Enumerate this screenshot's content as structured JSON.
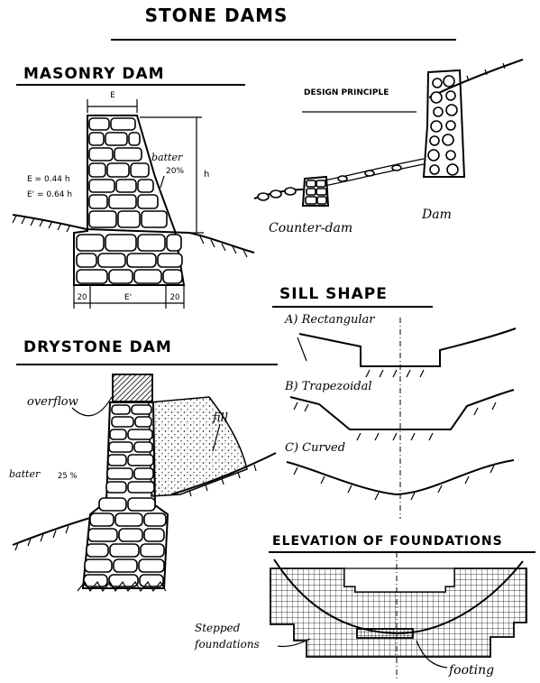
{
  "title": "STONE DAMS",
  "masonry": {
    "heading": "MASONRY DAM",
    "top_width_label": "E",
    "formula_top": "E = 0.44 h",
    "formula_base": "E' = 0.64 h",
    "batter_label": "batter",
    "batter_value": "20%",
    "height_label": "h",
    "dim_left": "20",
    "dim_base": "E'",
    "dim_right": "20"
  },
  "design": {
    "heading": "DESIGN PRINCIPLE",
    "counter_label": "Counter-dam",
    "dam_label": "Dam"
  },
  "drystone": {
    "heading": "DRYSTONE DAM",
    "overflow_label": "overflow",
    "fill_label": "fill",
    "batter_label": "batter",
    "batter_value": "25 %"
  },
  "sill": {
    "heading": "SILL SHAPE",
    "rect": "A) Rectangular",
    "trap": "B) Trapezoidal",
    "curved": "C) Curved"
  },
  "elevation": {
    "heading": "ELEVATION OF FOUNDATIONS",
    "stepped_line1": "Stepped",
    "stepped_line2": "foundations",
    "footing": "footing"
  }
}
